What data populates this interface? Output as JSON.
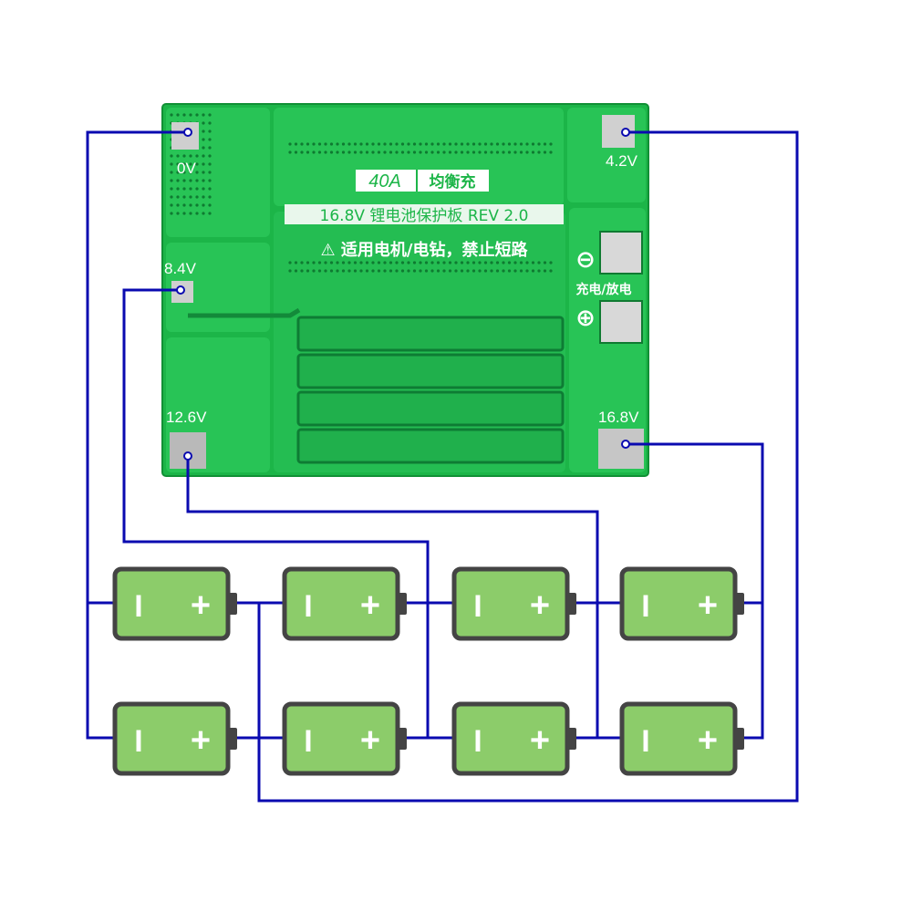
{
  "board": {
    "badge_current": "40A",
    "badge_feature": "均衡充",
    "title_line": "16.8V 锂电池保护板 REV 2.0",
    "warning": "⚠ 适用电机/电钻，禁止短路",
    "charge_discharge": "充电/放电",
    "minus_symbol": "⊖",
    "plus_symbol": "⊕",
    "pads": {
      "p0": "0V",
      "p42": "4.2V",
      "p84": "8.4V",
      "p126": "12.6V",
      "p168": "16.8V"
    }
  },
  "battery": {
    "neg": "I",
    "pos": "+"
  },
  "colors": {
    "pcb_green": "#1fbf4f",
    "wire_blue": "#0a0ab0",
    "cell_green": "#8ccc6a",
    "cell_border": "#444444"
  }
}
